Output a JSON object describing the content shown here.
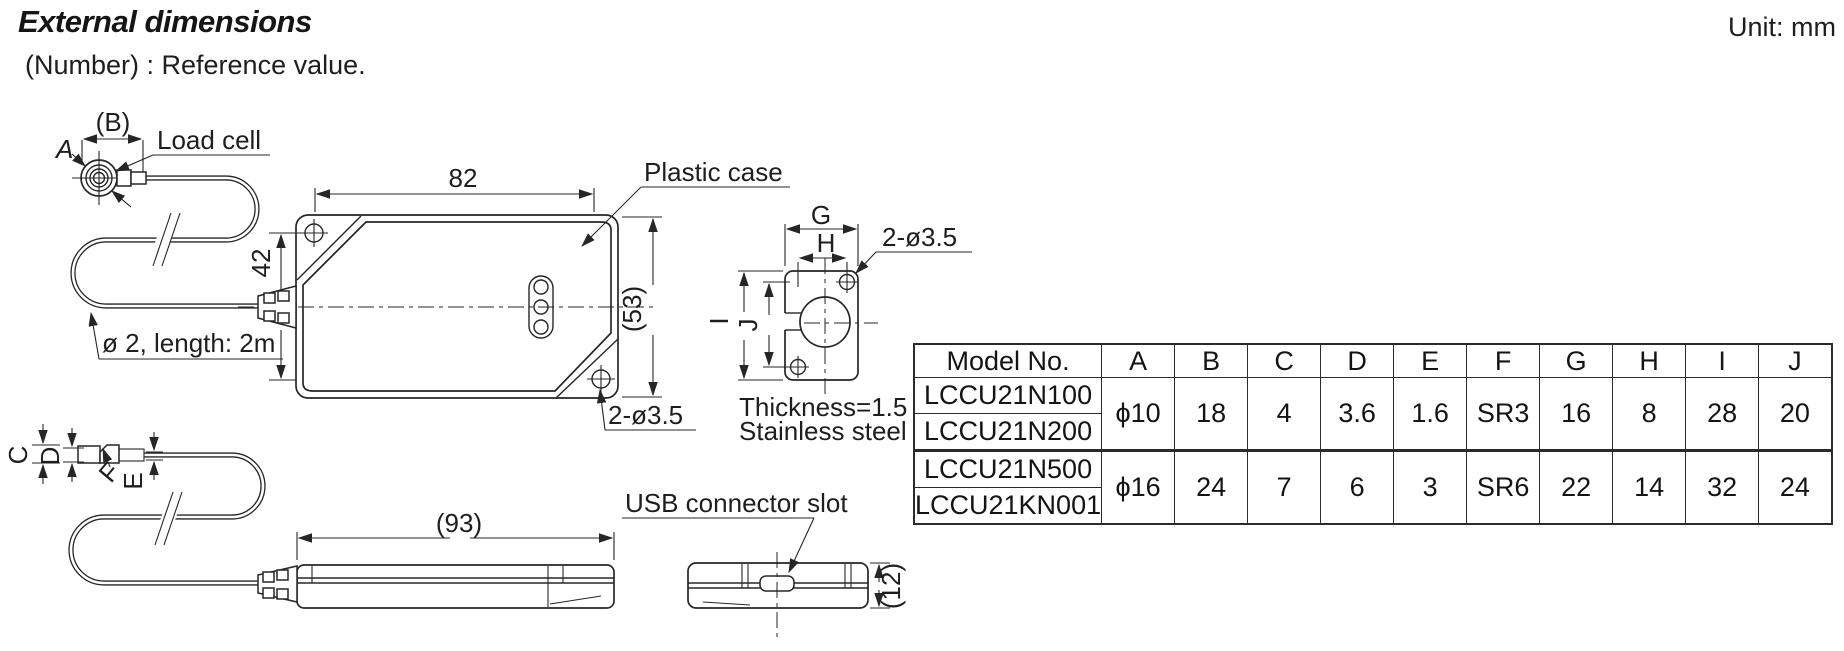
{
  "header": {
    "title": "External dimensions",
    "subtitle": "(Number) : Reference value.",
    "unit": "Unit: mm"
  },
  "drawing": {
    "labels": {
      "load_cell": "Load cell",
      "plastic_case": "Plastic case",
      "usb_slot": "USB connector slot",
      "cable": "ø 2, length: 2m",
      "holes_case": "2-ø3.5",
      "holes_flange": "2-ø3.5",
      "thickness": "Thickness=1.5",
      "material": "Stainless steel"
    },
    "dims": {
      "b": "(B)",
      "a": "A",
      "len82": "82",
      "h42": "42",
      "h53": "(53)",
      "g": "G",
      "h": "H",
      "i": "I",
      "j": "J",
      "c": "C",
      "d": "D",
      "e": "E",
      "f": "F",
      "len93": "(93)",
      "t12": "(12)"
    }
  },
  "table": {
    "headers": [
      "Model No.",
      "A",
      "B",
      "C",
      "D",
      "E",
      "F",
      "G",
      "H",
      "I",
      "J"
    ],
    "groups": [
      {
        "models": [
          "LCCU21N100",
          "LCCU21N200"
        ],
        "values": [
          "ϕ10",
          "18",
          "4",
          "3.6",
          "1.6",
          "SR3",
          "16",
          "8",
          "28",
          "20"
        ]
      },
      {
        "models": [
          "LCCU21N500",
          "LCCU21KN001"
        ],
        "values": [
          "ϕ16",
          "24",
          "7",
          "6",
          "3",
          "SR6",
          "22",
          "14",
          "32",
          "24"
        ]
      }
    ]
  }
}
